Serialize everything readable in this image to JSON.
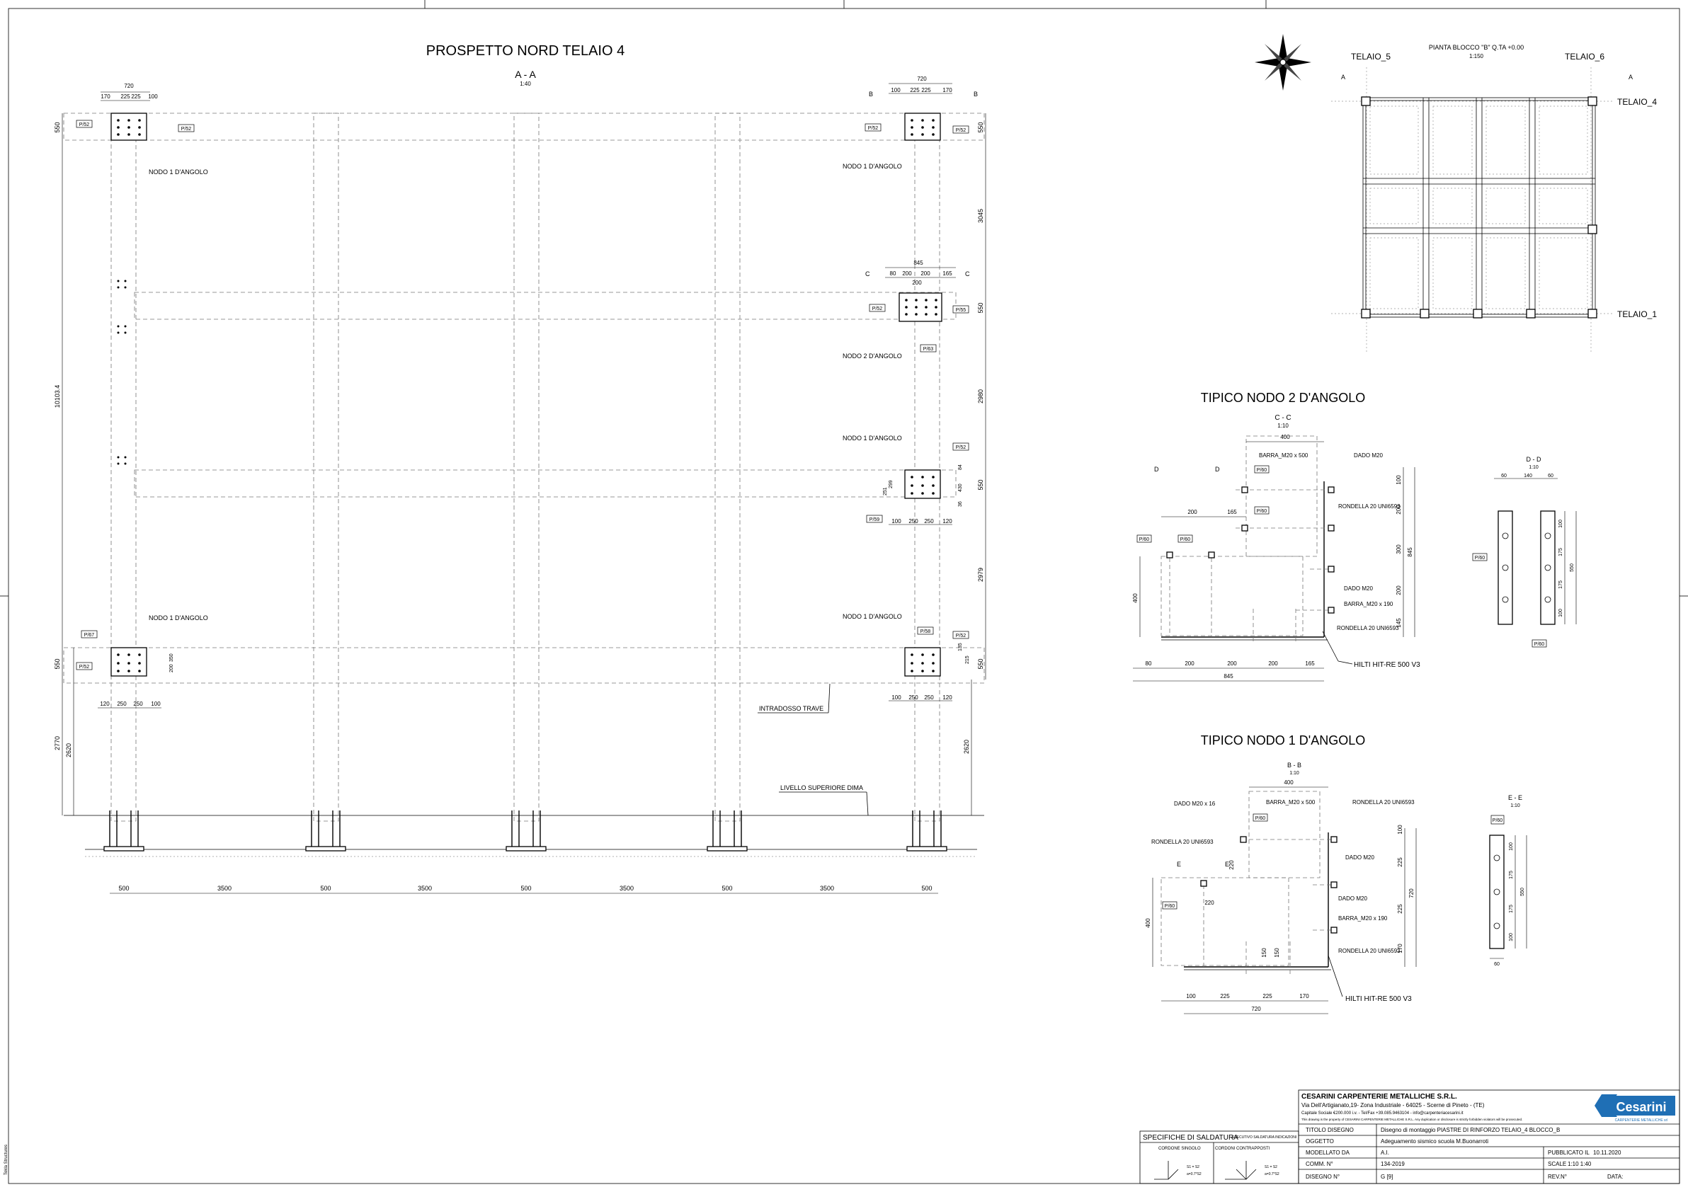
{
  "main_view": {
    "title": "PROSPETTO NORD TELAIO 4",
    "section": "A - A",
    "scale": "1:40",
    "labels": {
      "nodo1": "NODO 1 D'ANGOLO",
      "nodo2": "NODO 2 D'ANGOLO",
      "intradosso": "INTRADOSSO TRAVE",
      "livello": "LIVELLO SUPERIORE DIMA"
    },
    "section_marks": {
      "b": "B",
      "c": "C"
    },
    "plate_tags": {
      "p52": "P/52",
      "p55": "P/55",
      "p63": "P/63",
      "p59": "P/59",
      "p58": "P/58",
      "p67": "P/67"
    },
    "top_dims": [
      "720",
      "170",
      "225",
      "225",
      "100"
    ],
    "top_right_dims": [
      "720",
      "100",
      "225",
      "225",
      "170"
    ],
    "c_dims": [
      "845",
      "80",
      "200",
      "200",
      "165",
      "200"
    ],
    "mid_dims": [
      "100",
      "250",
      "250",
      "120"
    ],
    "left_heights": [
      "550",
      "10103.4",
      "550",
      "2770",
      "2620"
    ],
    "right_heights": [
      "550",
      "3045",
      "550",
      "2980",
      "550",
      "2979",
      "550",
      "2620"
    ],
    "bottom_dims": [
      "500",
      "3500",
      "500",
      "3500",
      "500",
      "3500",
      "500",
      "3500",
      "500"
    ],
    "low_left_dims": [
      "120",
      "250",
      "250",
      "100"
    ],
    "low_right_dims": [
      "100",
      "250",
      "250",
      "120"
    ],
    "small_dims": [
      "200",
      "350",
      "135",
      "215",
      "251",
      "299",
      "84",
      "430",
      "36"
    ]
  },
  "plan": {
    "title": "PIANTA BLOCCO \"B\" Q.TA +0.00",
    "scale": "1:150",
    "telaio_5": "TELAIO_5",
    "telaio_6": "TELAIO_6",
    "telaio_4": "TELAIO_4",
    "telaio_1": "TELAIO_1",
    "mark_a": "A"
  },
  "detail_2": {
    "title": "TIPICO NODO 2 D'ANGOLO",
    "section": "C - C",
    "scale": "1:10",
    "labels": [
      "BARRA_M20 x 500",
      "DADO M20",
      "RONDELLA 20 UNI6593",
      "DADO M20",
      "BARRA_M20 x 190",
      "RONDELLA 20 UNI6593",
      "HILTI HIT-RE 500 V3"
    ],
    "tags": [
      "P/60",
      "P/60",
      "P/60",
      "P/60"
    ],
    "marks": [
      "D",
      "D"
    ],
    "dims_top": [
      "400",
      "200",
      "165"
    ],
    "dims_bottom": [
      "80",
      "200",
      "200",
      "200",
      "165",
      "845"
    ],
    "dims_right": [
      "100",
      "200",
      "300",
      "845",
      "200",
      "145"
    ],
    "dims_left": [
      "400"
    ],
    "section_dd": "D - D",
    "section_dd_scale": "1:10",
    "dd_dims": [
      "60",
      "140",
      "60",
      "100",
      "175",
      "550",
      "175",
      "100"
    ],
    "dd_tags": [
      "P/60",
      "P/60"
    ]
  },
  "detail_1": {
    "title": "TIPICO NODO 1 D'ANGOLO",
    "section": "B - B",
    "scale": "1:10",
    "labels": [
      "DADO M20 x 16",
      "BARRA_M20 x 500",
      "RONDELLA 20 UNI6593",
      "RONDELLA 20 UNI6593",
      "DADO M20",
      "DADO M20",
      "BARRA_M20 x 190",
      "RONDELLA 20 UNI6593",
      "HILTI HIT-RE 500 V3"
    ],
    "tags": [
      "P/60",
      "P/60"
    ],
    "marks": [
      "E",
      "E"
    ],
    "dims_top": [
      "400"
    ],
    "dims_bottom": [
      "100",
      "225",
      "225",
      "170",
      "720"
    ],
    "dims_right": [
      "100",
      "225",
      "720",
      "225",
      "170"
    ],
    "dims_misc": [
      "220",
      "220",
      "400",
      "150",
      "150"
    ],
    "section_ee": "E - E",
    "section_ee_scale": "1:10",
    "ee_dims": [
      "100",
      "175",
      "550",
      "175",
      "100",
      "60"
    ],
    "ee_tag": "P/60"
  },
  "weld": {
    "title": "SPECIFICHE DI SALDATURA",
    "note": "ESECUTIVO SALDATURA INDICAZIONI",
    "single": "CORDONE SINGOLO",
    "double": "CORDONI CONTRAPPOSTI",
    "sym": [
      "S1 = S2",
      "a=0.7*S2"
    ]
  },
  "title_block": {
    "company": "CESARINI CARPENTERIE METALLICHE S.R.L.",
    "address": "Via Dell'Artigianato,19- Zona Industriale - 64025 - Scerne di Pineto - (TE)",
    "capital": "Capitale Sociale €200.000 i.v. - Tel/Fax +39.085.9463104 - info@carpenteriacesarini.it",
    "property": "This drawing is the property of CESARINI CARPENTERIE METALLICHE S.R.L. Any duplication or disclosure is strictly forbidden violators will be prosecuted.",
    "logo": "Cesarini",
    "logo_sub": "CARPENTERIE METALLICHE srl",
    "rows": [
      {
        "label": "TITOLO DISEGNO",
        "value": "Disegno di montaggio PIASTRE DI RINFORZO TELAIO_4 BLOCCO_B"
      },
      {
        "label": "OGGETTO",
        "value": "Adeguamento sismico scuola M.Buonarroti"
      },
      {
        "label": "MODELLATO DA",
        "value": "A.I."
      },
      {
        "label": "COMM. N°",
        "value": "134-2019"
      },
      {
        "label": "DISEGNO N°",
        "value": "G [9]"
      }
    ],
    "pubblicato_label": "PUBBLICATO IL",
    "pubblicato": "10.11.2020",
    "scale_label": "SCALE",
    "scale": "1:10   1:40",
    "rev_label": "REV.N°",
    "data_label": "DATA:"
  },
  "side_note": "Tekla Structures"
}
